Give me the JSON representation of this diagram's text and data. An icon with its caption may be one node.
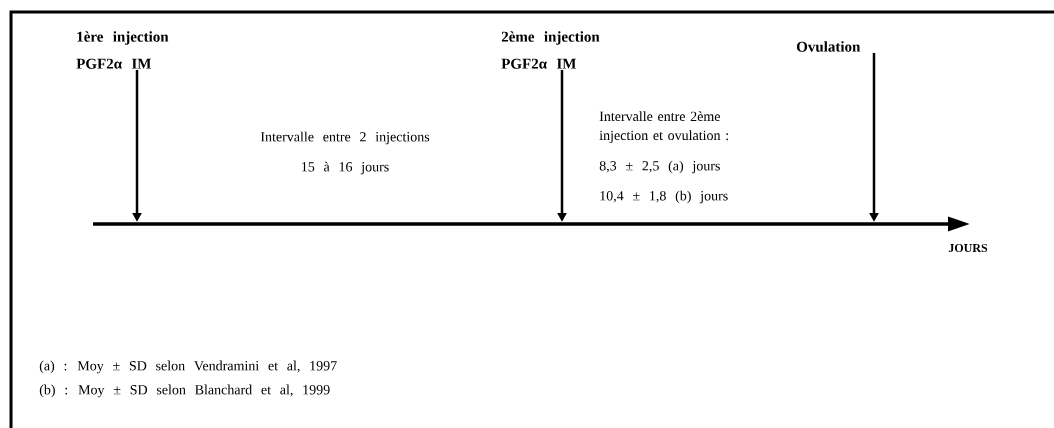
{
  "diagram": {
    "nodes": [
      {
        "text": [
          "1ère injection",
          "PGF2α IM"
        ]
      },
      {
        "text": [
          "2ème injection",
          "PGF2α IM"
        ]
      },
      {
        "text": [
          "Ovulation"
        ]
      }
    ],
    "edges": [
      {
        "from": 0,
        "to": null,
        "arrow": "to"
      },
      {
        "from": 1,
        "to": null,
        "arrow": "to"
      },
      {
        "from": 2,
        "to": null,
        "arrow": "to"
      }
    ],
    "labels": [
      "Intervalle entre 2 injections",
      "15 à 16 jours",
      "Intervalle entre 2ème injection et ovulation :",
      "8,3 ± 2,5 (a) jours",
      "10,4 ± 1,8 (b) jours",
      "JOURS",
      "(a) : Moy ± SD selon Vendramini et al, 1997",
      "(b) : Moy ± SD selon Blanchard et al, 1999"
    ]
  }
}
